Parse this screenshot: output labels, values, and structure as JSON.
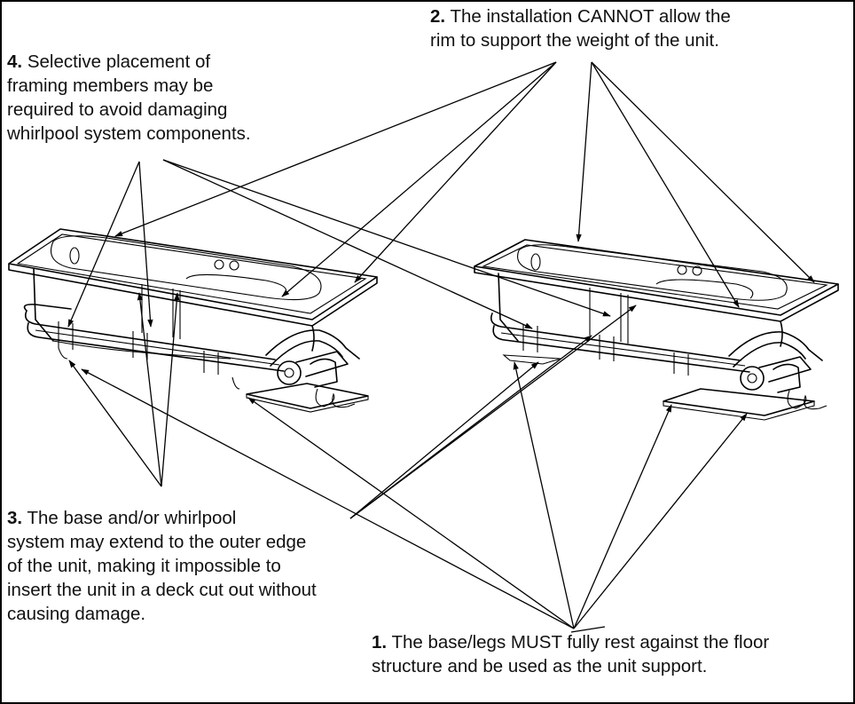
{
  "notes": {
    "n1": {
      "num": "1.",
      "lines": [
        "The base/legs MUST fully rest against the floor",
        "structure and be used as the unit support."
      ]
    },
    "n2": {
      "num": "2.",
      "lines": [
        "The installation CANNOT allow the",
        "rim to support the weight of the unit."
      ]
    },
    "n3": {
      "num": "3.",
      "lines": [
        "The base and/or whirlpool",
        "system may extend to the outer edge",
        "of the unit, making it impossible to",
        "insert the unit in a deck cut out without",
        "causing damage."
      ]
    },
    "n4": {
      "num": "4.",
      "lines": [
        "Selective placement of",
        "framing members may be",
        "required to avoid damaging",
        "whirlpool system components."
      ]
    }
  },
  "colors": {
    "line": "#000000",
    "text": "#111111",
    "background": "#ffffff"
  }
}
